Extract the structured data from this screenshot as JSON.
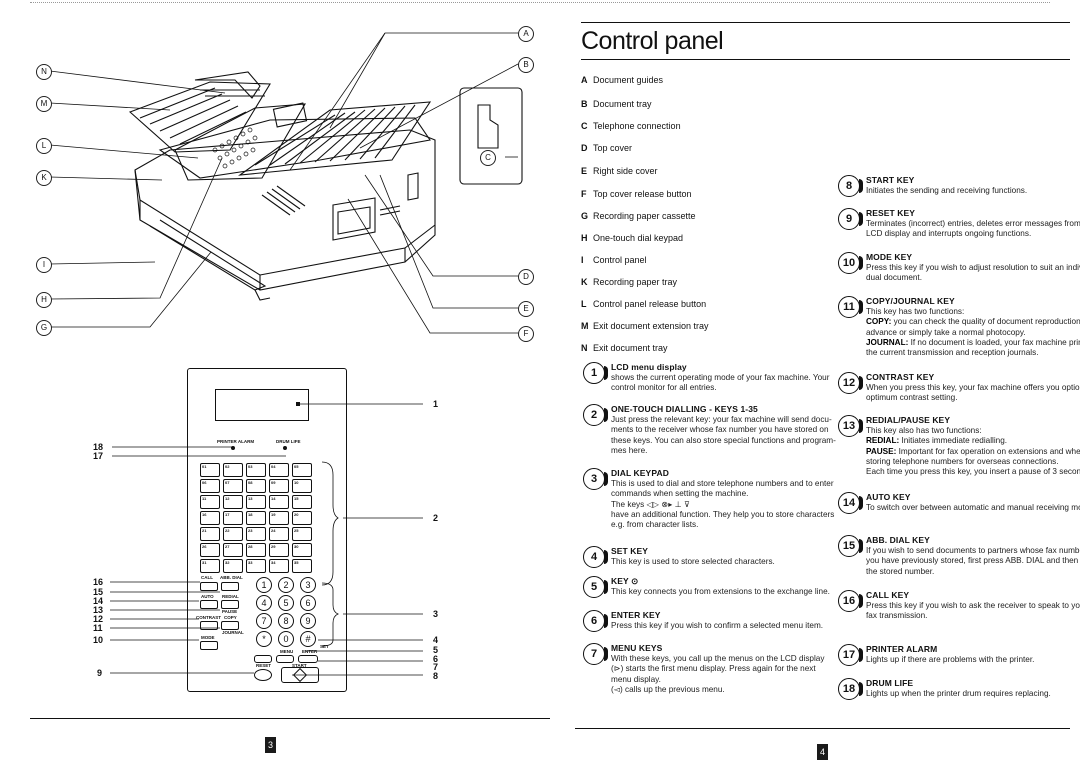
{
  "right_page": {
    "title": "Control panel",
    "parts": [
      {
        "letter": "A",
        "text": "Document guides"
      },
      {
        "letter": "B",
        "text": "Document tray"
      },
      {
        "letter": "C",
        "text": "Telephone connection"
      },
      {
        "letter": "D",
        "text": "Top cover"
      },
      {
        "letter": "E",
        "text": "Right side cover"
      },
      {
        "letter": "F",
        "text": "Top cover release button"
      },
      {
        "letter": "G",
        "text": "Recording paper cassette"
      },
      {
        "letter": "H",
        "text": "One-touch dial keypad"
      },
      {
        "letter": "I",
        "text": "Control panel"
      },
      {
        "letter": "K",
        "text": "Recording paper tray"
      },
      {
        "letter": "L",
        "text": "Control panel release button"
      },
      {
        "letter": "M",
        "text": "Exit document extension tray"
      },
      {
        "letter": "N",
        "text": "Exit document tray"
      }
    ],
    "keys": [
      {
        "num": "1",
        "title": "LCD menu display",
        "lines": [
          "shows the current operating mode of your fax machine. Your",
          "control monitor for all entries."
        ]
      },
      {
        "num": "2",
        "title": "ONE-TOUCH DIALLING - KEYS 1-35",
        "lines": [
          "Just press the relevant key: your fax machine will send docu-",
          "ments to the receiver whose fax number you have stored on",
          "these keys. You can also store special functions and program-",
          "mes here."
        ]
      },
      {
        "num": "3",
        "title": "DIAL KEYPAD",
        "lines": [
          "This is used to dial and store telephone numbers and to enter",
          "commands when setting the machine.",
          "The keys ◁▷  ⊗▸  ⊥  ⊽",
          "have an additional function. They help you to store characters",
          "e.g. from character lists."
        ]
      },
      {
        "num": "4",
        "title": "SET KEY",
        "lines": [
          "This key is used to store selected characters."
        ]
      },
      {
        "num": "5",
        "title": "KEY ⊙",
        "lines": [
          "This key connects you from extensions to the exchange line."
        ]
      },
      {
        "num": "6",
        "title": "ENTER KEY",
        "lines": [
          "Press this key if you wish to confirm a selected menu item."
        ]
      },
      {
        "num": "7",
        "title": "MENU KEYS",
        "lines": [
          "With these keys, you call up the menus on the LCD display",
          "(⊳) starts the first menu display. Press again for the next",
          "menu display.",
          "(◅) calls up the previous menu."
        ]
      },
      {
        "num": "8",
        "title": "START KEY",
        "lines": [
          "Initiates the sending and receiving functions."
        ]
      },
      {
        "num": "9",
        "title": "RESET KEY",
        "lines": [
          "Terminates (incorrect) entries, deletes error messages from th",
          "LCD display and interrupts ongoing functions."
        ]
      },
      {
        "num": "10",
        "title": "MODE KEY",
        "lines": [
          "Press this key if you wish to adjust resolution to suit an indivi-",
          "dual document."
        ]
      },
      {
        "num": "11",
        "title": "COPY/JOURNAL KEY",
        "lines": [
          "This key has two functions:",
          "COPY: you can check the quality of document reproduction in",
          "advance or simply take a normal photocopy.",
          "JOURNAL: If no document is loaded, your fax machine prints",
          "the current transmission and reception journals."
        ]
      },
      {
        "num": "12",
        "title": "CONTRAST KEY",
        "lines": [
          "When you press this key, your fax machine offers you options",
          "optimum contrast setting."
        ]
      },
      {
        "num": "13",
        "title": "REDIAL/PAUSE KEY",
        "lines": [
          "This key also has two functions:",
          "REDIAL: Initiates immediate redialling.",
          "PAUSE: Important for fax operation on extensions and when",
          "storing telephone numbers for overseas connections.",
          "Each time you press this key, you insert a pause of 3 seconds."
        ]
      },
      {
        "num": "14",
        "title": "AUTO KEY",
        "lines": [
          "To switch over between automatic and manual receiving modes."
        ]
      },
      {
        "num": "15",
        "title": "ABB. DIAL KEY",
        "lines": [
          "If you wish to send documents to partners whose fax numbers",
          "you have previously stored, first press ABB. DIAL and then ente",
          "the stored number."
        ]
      },
      {
        "num": "16",
        "title": "CALL KEY",
        "lines": [
          "Press this key if you wish to ask the receiver to speak to you aft",
          "fax transmission."
        ]
      },
      {
        "num": "17",
        "title": "PRINTER ALARM",
        "lines": [
          "Lights up if there are problems with the printer."
        ]
      },
      {
        "num": "18",
        "title": "DRUM LIFE",
        "lines": [
          "Lights up when the printer drum requires replacing."
        ]
      }
    ],
    "page_number": "4"
  },
  "left_page": {
    "page_number": "3",
    "fax_callouts_left": [
      "N",
      "M",
      "L",
      "K",
      "I",
      "H",
      "G"
    ],
    "fax_callouts_right": [
      "A",
      "B",
      "C",
      "D",
      "E",
      "F"
    ],
    "panel": {
      "printer_alarm": "PRINTER ALARM",
      "drum_life": "DRUM LIFE",
      "call": "CALL",
      "abb_dial": "ABB. DIAL",
      "auto": "AUTO",
      "redial": "REDIAL",
      "pause": "PAUSE",
      "contrast": "CONTRAST",
      "copy": "COPY",
      "journal": "JOURNAL",
      "mode": "MODE",
      "menu": "MENU",
      "enter": "ENTER",
      "set": "SET",
      "reset": "RESET",
      "start": "START",
      "dial_digits": [
        "1",
        "2",
        "3",
        "4",
        "5",
        "6",
        "7",
        "8",
        "9",
        "*",
        "0",
        "#"
      ],
      "onetouch_numbers": [
        "01",
        "02",
        "03",
        "04",
        "05",
        "06",
        "07",
        "08",
        "09",
        "10",
        "11",
        "12",
        "13",
        "14",
        "15",
        "16",
        "17",
        "18",
        "19",
        "20",
        "21",
        "22",
        "23",
        "24",
        "25",
        "26",
        "27",
        "28",
        "29",
        "30",
        "31",
        "32",
        "33",
        "34",
        "35"
      ]
    },
    "panel_callouts_left": [
      "18",
      "17",
      "16",
      "15",
      "14",
      "13",
      "12",
      "11",
      "10",
      "9"
    ],
    "panel_callouts_right": [
      "1",
      "2",
      "3",
      "4",
      "5",
      "6",
      "7",
      "8"
    ]
  }
}
